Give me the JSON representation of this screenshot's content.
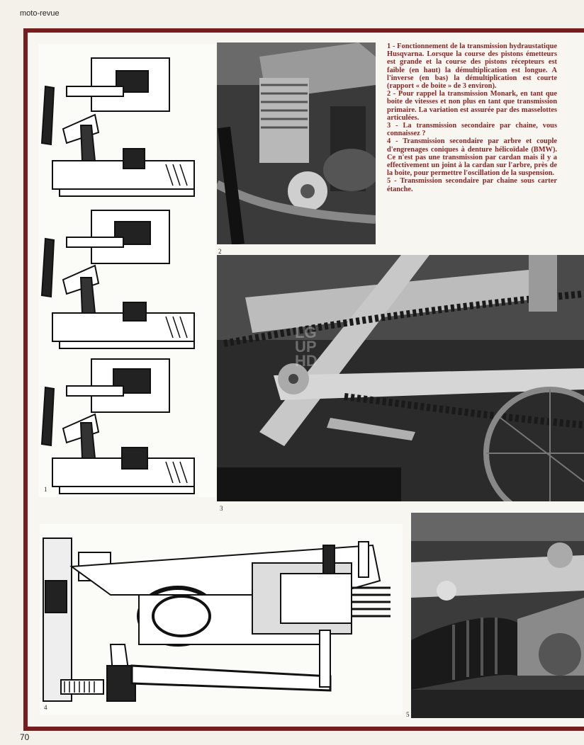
{
  "page": {
    "running_head": "moto-revue",
    "page_number": "70"
  },
  "figures": {
    "fig1": "1",
    "fig2": "2",
    "fig3": "3",
    "fig4": "4",
    "fig5": "5"
  },
  "watermark": "LG UP HD",
  "captions": [
    "1 - Fonctionnement de la transmission hydraustatique Husqvarna. Lorsque la course des pistons émetteurs est grande et la course des pistons récepteurs est faible (en haut) la démultiplication est longue. A l'inverse (en bas) la démultiplication est courte (rapport « de boite » de 3 environ).",
    "2 - Pour rappel la transmission Monark, en tant que boite de vitesses et non plus en tant que transmission primaire. La variation est assurée par des masselottes articulées.",
    "3 - La transmission secondaire par chaine, vous connaissez ?",
    "4 - Transmission secondaire par arbre et couple d'engrenages coniques à denture hélicoïdale (BMW). Ce n'est pas une transmission par cardan mais il y a effectivement un joint à la cardan sur l'arbre, près de la boite, pour permettre l'oscillation de la suspension.",
    "5 - Transmission secondaire par chaine sous carter étanche."
  ]
}
